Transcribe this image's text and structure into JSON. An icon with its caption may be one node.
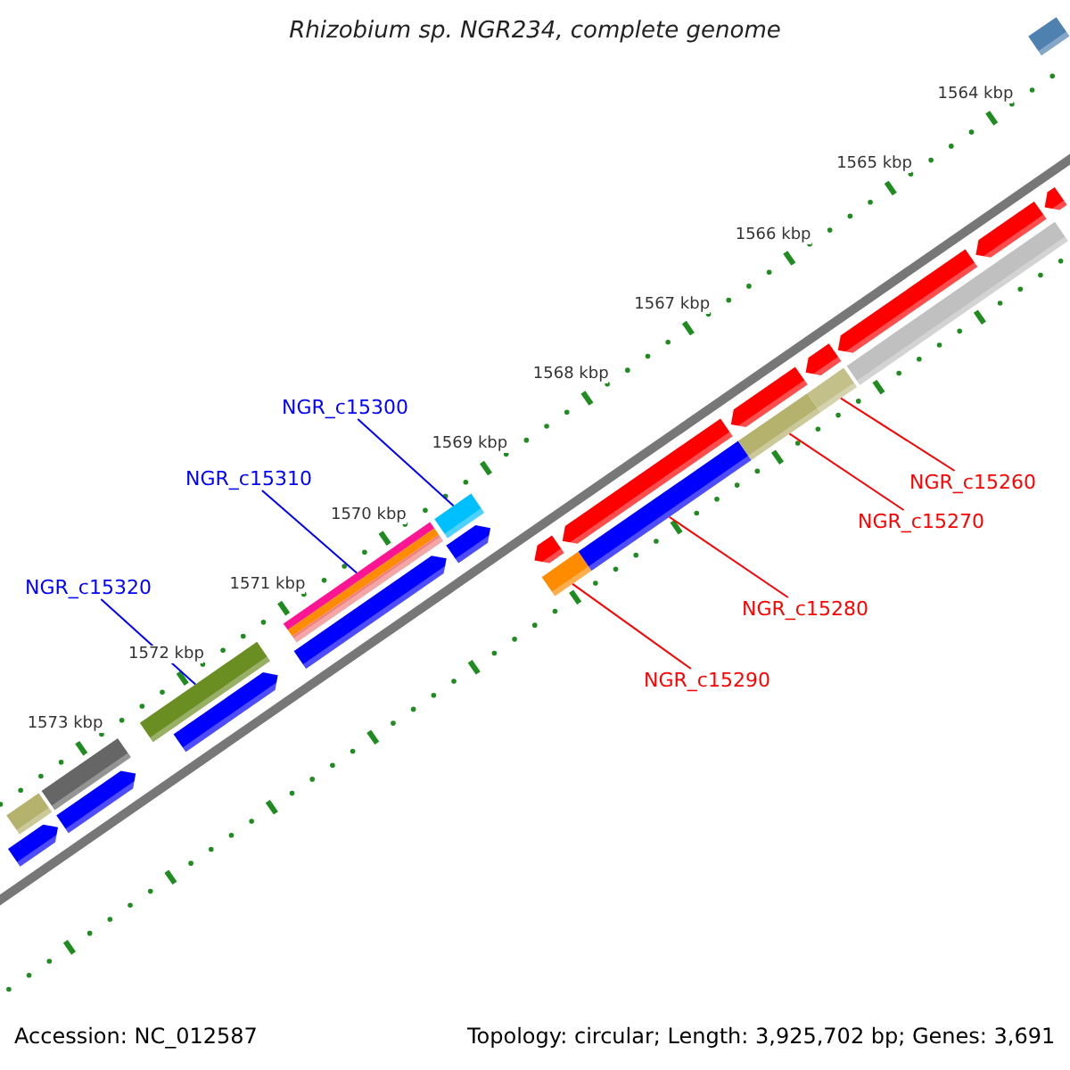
{
  "diagram": {
    "title": "Rhizobium sp. NGR234, complete genome",
    "nodes": [
      {
        "text": [
          "NGR_c15300"
        ]
      },
      {
        "text": [
          "NGR_c15310"
        ]
      },
      {
        "text": [
          "NGR_c15260"
        ]
      },
      {
        "text": [
          "NGR_c15270"
        ]
      },
      {
        "text": [
          "NGR_c15320"
        ]
      },
      {
        "text": [
          "NGR_c15280"
        ]
      },
      {
        "text": [
          "NGR_c15290"
        ]
      },
      {
        "text": [],
        "shape": "bar"
      },
      {
        "text": [],
        "shape": "arrow"
      },
      {
        "text": [],
        "shape": "bar"
      },
      {
        "text": [],
        "shape": "arrow"
      },
      {
        "text": [],
        "shape": "bar"
      },
      {
        "text": [],
        "shape": "arrow"
      },
      {
        "text": [],
        "shape": "bar"
      },
      {
        "text": [],
        "shape": "arrow"
      },
      {
        "text": [],
        "shape": "bar"
      },
      {
        "text": [],
        "shape": "arrow"
      },
      {
        "text": [],
        "shape": "arrow"
      },
      {
        "text": [],
        "shape": "bar"
      },
      {
        "text": [],
        "shape": "arrow"
      },
      {
        "text": [],
        "shape": "bar"
      },
      {
        "text": [],
        "shape": "arrow"
      },
      {
        "text": [],
        "shape": "bar"
      },
      {
        "text": [],
        "shape": "arrow"
      },
      {
        "text": [],
        "shape": "bar"
      },
      {
        "text": [],
        "shape": "arrow"
      },
      {
        "text": [],
        "shape": "arrow"
      },
      {
        "text": [],
        "shape": "bar"
      },
      {
        "text": [],
        "shape": "bar"
      },
      {
        "text": [],
        "shape": "arrow"
      }
    ],
    "edges": [
      {
        "from": 0,
        "to": 15,
        "arrow": "none",
        "color": "#0000ff"
      },
      {
        "from": 1,
        "to": 13,
        "arrow": "none",
        "color": "#0000ff"
      },
      {
        "from": 2,
        "to": 24,
        "arrow": "none",
        "color": "#ff0000"
      },
      {
        "from": 3,
        "to": 22,
        "arrow": "none",
        "color": "#ff0000"
      },
      {
        "from": 4,
        "to": 11,
        "arrow": "none",
        "color": "#0000ff"
      },
      {
        "from": 5,
        "to": 20,
        "arrow": "none",
        "color": "#ff0000"
      },
      {
        "from": 6,
        "to": 18,
        "arrow": "none",
        "color": "#ff0000"
      }
    ],
    "labels": [
      "1564 kbp",
      "1565 kbp",
      "1566 kbp",
      "1567 kbp",
      "1568 kbp",
      "1569 kbp",
      "1570 kbp",
      "1571 kbp",
      "1572 kbp",
      "1573 kbp",
      "Accession: NC_012587",
      "Topology: circular; Length: 3,925,702 bp; Genes: 3,691"
    ]
  }
}
